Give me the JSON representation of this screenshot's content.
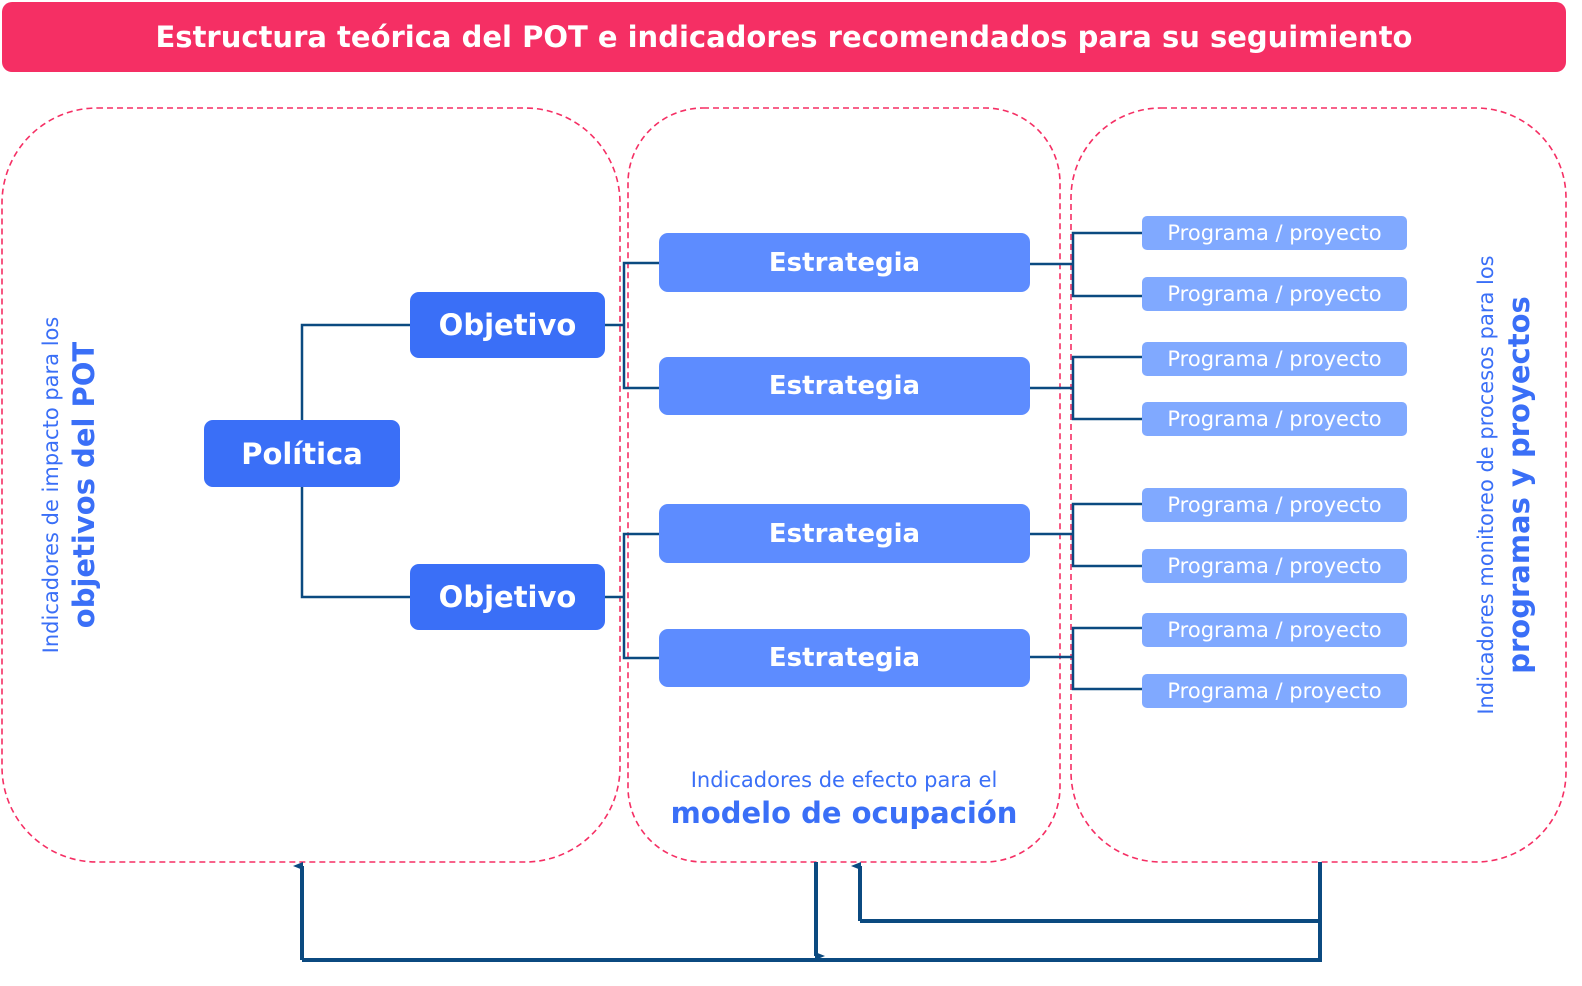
{
  "title": "Estructura teórica del POT e indicadores recomendados para su seguimiento",
  "politica": "Política",
  "objetivos": [
    "Objetivo",
    "Objetivo"
  ],
  "estrategias": [
    "Estrategia",
    "Estrategia",
    "Estrategia",
    "Estrategia"
  ],
  "programas": [
    "Programa / proyecto",
    "Programa / proyecto",
    "Programa / proyecto",
    "Programa / proyecto",
    "Programa / proyecto",
    "Programa / proyecto",
    "Programa / proyecto",
    "Programa / proyecto"
  ],
  "labels": {
    "left": {
      "small": "Indicadores de impacto para los",
      "big": "objetivos del POT"
    },
    "middle": {
      "small": "Indicadores de efecto para el",
      "big": "modelo de ocupación"
    },
    "right": {
      "small": "Indicadores monitoreo de procesos para los",
      "big": "programas y proyectos"
    }
  },
  "colors": {
    "title": "#f52f64",
    "objetivo": "#3a6ff7",
    "estrategia": "#5d8cff",
    "programa": "#80a9ff",
    "connector": "#0b4a80",
    "dashed": "#f52f64"
  }
}
